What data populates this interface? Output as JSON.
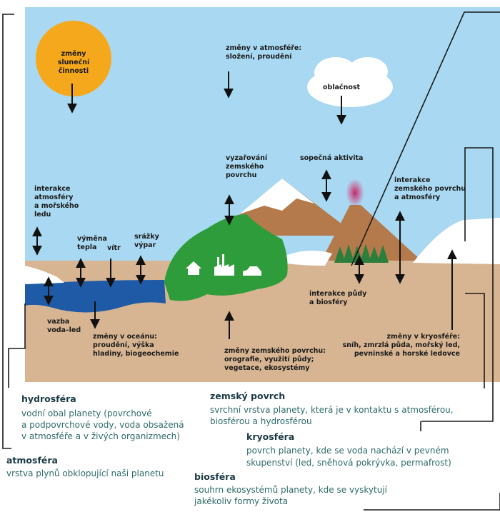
{
  "diagram": {
    "labels": {
      "solar": [
        "změny",
        "sluneční",
        "činnosti"
      ],
      "atmos_change": [
        "změny v atmosféře:",
        "složení, proudění"
      ],
      "clouds": [
        "oblačnost"
      ],
      "volcanic": [
        "sopečná aktivita"
      ],
      "radiation": [
        "vyzařování",
        "zemského",
        "povrchu"
      ],
      "atmos_ice": [
        "interakce",
        "atmosféry",
        "a mořského",
        "ledu"
      ],
      "heat": [
        "výměna",
        "tepla"
      ],
      "wind": [
        "vítr"
      ],
      "precip": [
        "srážky",
        "výpar"
      ],
      "surface_atmos": [
        "interakce",
        "zemského povrchu",
        "a atmosféry"
      ],
      "soil_bio": [
        "interakce půdy",
        "a biosféry"
      ],
      "water_ice": [
        "vazba",
        "voda–led"
      ],
      "ocean": [
        "změny v oceánu:",
        "proudění, výška",
        "hladiny, biogeochemie"
      ],
      "land": [
        "změny zemského povrchu:",
        "orografie, využití půdy;",
        "vegetace, ekosystémy"
      ],
      "cryo": [
        "změny v kryosféře:",
        "sníh, zmrzlá půda, mořský led,",
        "pevninské a horské ledovce"
      ]
    }
  },
  "legend": {
    "hydrosphere": {
      "title": "hydrosféra",
      "lines": [
        "vodní obal planety (povrchové",
        "a podpovrchové vody, voda obsažená",
        "v atmosféře a v živých organizmech)"
      ]
    },
    "atmosphere": {
      "title": "atmosféra",
      "lines": [
        "vrstva plynů obklopující naši planetu"
      ]
    },
    "land_surface": {
      "title": "zemský povrch",
      "lines": [
        "svrchní vrstva planety, která je v kontaktu s atmosférou,",
        "biosférou a hydrosférou"
      ]
    },
    "cryosphere": {
      "title": "kryosféra",
      "lines": [
        "povrch planety, kde se voda nachází v pevném",
        "skupenství (led, sněhová pokrývka, permafrost)"
      ]
    },
    "biosphere": {
      "title": "biosféra",
      "lines": [
        "souhrn ekosystémů planety, kde se vyskytují",
        "jakékoliv formy života"
      ]
    }
  },
  "colors": {
    "sky": "#a9d9f2",
    "sun": "#f5a81c",
    "ocean": "#1f5aa6",
    "land": "#2e9c3a",
    "ground": "#d8b592",
    "mountain": "#b47a4c",
    "snow": "#ffffff",
    "trees": "#2c7e3c",
    "frame": "#1a1a1a",
    "legend_title": "#1b3a44",
    "legend_text": "#2f6b6a"
  },
  "icons": [
    "house-icon",
    "factory-icon",
    "car-icon",
    "tree-icon"
  ]
}
